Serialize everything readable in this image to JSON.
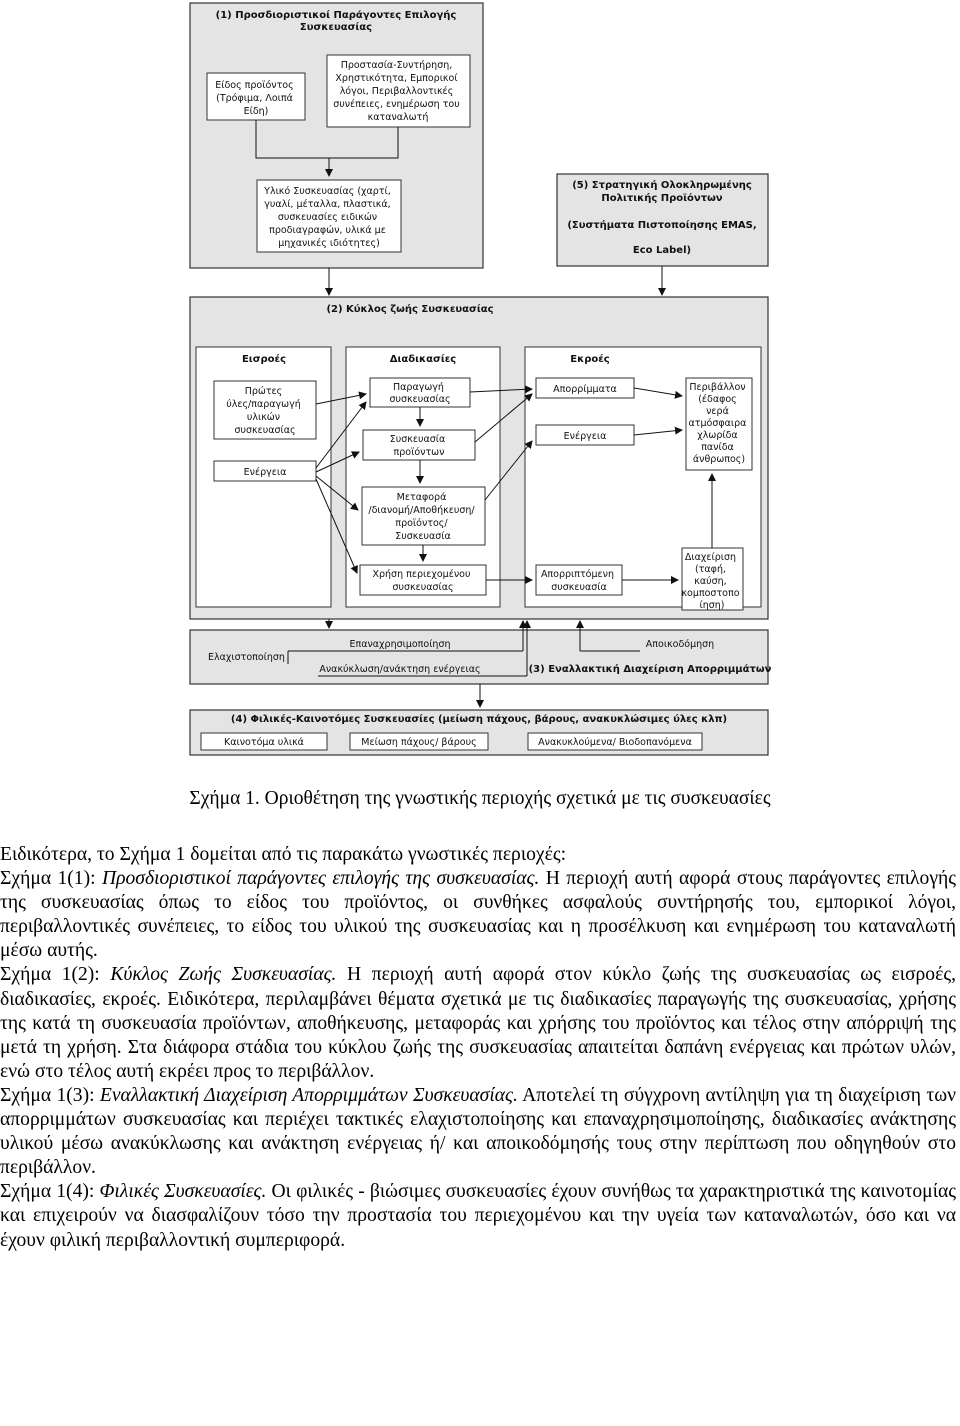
{
  "diagram": {
    "sec1": {
      "title_l1": "(1) Προσδιοριστικοί Παράγοντες Επιλογής",
      "title_l2": "Συσκευασίας",
      "product_kind": [
        "Είδος προϊόντος",
        "(Τρόφιμα, Λοιπά",
        "Είδη)"
      ],
      "protection": [
        "Προστασία-Συντήρηση,",
        "Χρηστικότητα, Εμπορικοί",
        "λόγοι, Περιβαλλοντικές",
        "συνέπειες, ενημέρωση του",
        "καταναλωτή"
      ],
      "material": [
        "Υλικό Συσκευασίας (χαρτί,",
        "γυαλί, μέταλλα, πλαστικά,",
        "συσκευασίες ειδικών",
        "προδιαγραφών, υλικά με",
        "μηχανικές ιδιότητες)"
      ]
    },
    "sec5": {
      "title_l1": "(5) Στρατηγική Ολοκληρωμένης",
      "title_l2": "Πολιτικής Προϊόντων",
      "sub": "(Συστήματα Πιστοποίησης EMAS,",
      "eco": "Eco Label)"
    },
    "sec2": {
      "title": "(2) Κύκλος ζωής Συσκευασίας",
      "inputs_label": "Εισροές",
      "processes_label": "Διαδικασίες",
      "outputs_label": "Εκροές",
      "raw": [
        "Πρώτες",
        "ύλες/παραγωγή",
        "υλικών",
        "συσκευασίας"
      ],
      "energy_in": "Ενέργεια",
      "prod_pack": [
        "Παραγωγή",
        "συσκευασίας"
      ],
      "pack_prod": [
        "Συσκευασία",
        "προϊόντων"
      ],
      "transport": [
        "Μεταφορά",
        "/διανομή/Αποθήκευση/",
        "προϊόντος/",
        "Συσκευασία"
      ],
      "use": [
        "Χρήση περιεχομένου",
        "συσκευασίας"
      ],
      "waste": "Απορρίμματα",
      "energy_out": "Ενέργεια",
      "disposed": [
        "Απορριπτόμενη",
        "συσκευασία"
      ],
      "environment": [
        "Περιβάλλον",
        "(έδαφος",
        "νερά",
        "ατμόσφαιρα",
        "χλωρίδα",
        "πανίδα",
        "άνθρωπος)"
      ],
      "management": [
        "Διαχείριση",
        "(ταφή,",
        "καύση,",
        "κομποστοπο",
        "ίηση)"
      ]
    },
    "sec3": {
      "minimize": "Ελαχιστοποίηση",
      "reuse": "Επαναχρησιμοποίηση",
      "recycle": "Ανακύκλωση/ανάκτηση ενέργειας",
      "recover": "Αποικοδόμηση",
      "title": "(3) Εναλλακτική Διαχείριση Απορριμμάτων"
    },
    "sec4": {
      "title": "(4) Φιλικές-Καινοτόμες Συσκευασίες (μείωση πάχους, βάρους, ανακυκλώσιμες ύλες κλπ)",
      "innov": "Καινοτόμα υλικά",
      "thin": "Μείωση πάχους/ βάρους",
      "recyc": "Ανακυκλούμενα/ Βιοδοπανόμενα"
    }
  },
  "caption": "Σχήμα 1. Οριοθέτηση της γνωστικής περιοχής σχετικά με τις συσκευασίες",
  "text": {
    "intro": "Ειδικότερα, το Σχήμα 1 δομείται από τις παρακάτω γνωστικές περιοχές:",
    "p1_label": "Σχήμα 1(1): ",
    "p1_title": "Προσδιοριστικοί παράγοντες επιλογής της συσκευασίας.",
    "p1_body": " Η περιοχή αυτή αφορά στους παράγοντες επιλογής της συσκευασίας όπως το είδος του προϊόντος, οι συνθήκες ασφαλούς συντήρησής του, εμπορικοί λόγοι, περιβαλλοντικές συνέπειες, το είδος του υλικού της συσκευασίας και η προσέλκυση και ενημέρωση του καταναλωτή μέσω αυτής.",
    "p2_label": "Σχήμα 1(2): ",
    "p2_title": "Κύκλος Ζωής Συσκευασίας.",
    "p2_body": " Η περιοχή αυτή αφορά στον κύκλο ζωής της συσκευασίας ως εισροές, διαδικασίες, εκροές. Ειδικότερα, περιλαμβάνει θέματα σχετικά με τις διαδικασίες παραγωγής της συσκευασίας, χρήσης της κατά τη συσκευασία προϊόντων, αποθήκευσης, μεταφοράς και χρήσης του προϊόντος και τέλος στην απόρριψή της μετά τη χρήση. Στα διάφορα στάδια του κύκλου ζωής της συσκευασίας απαιτείται δαπάνη ενέργειας και πρώτων υλών, ενώ στο τέλος αυτή εκρέει προς το περιβάλλον.",
    "p3_label": "Σχήμα 1(3): ",
    "p3_title": "Εναλλακτική Διαχείριση Απορριμμάτων Συσκευασίας.",
    "p3_body": " Αποτελεί τη σύγχρονη αντίληψη για τη διαχείριση των απορριμμάτων συσκευασίας και περιέχει τακτικές ελαχιστοποίησης και επαναχρησιμοποίησης, διαδικασίες ανάκτησης υλικού μέσω ανακύκλωσης και ανάκτηση ενέργειας ή/ και αποικοδόμησής τους στην περίπτωση που οδηγηθούν στο περιβάλλον.",
    "p4_label": "Σχήμα 1(4): ",
    "p4_title": "Φιλικές Συσκευασίες.",
    "p4_body": " Οι φιλικές - βιώσιμες συσκευασίες έχουν συνήθως τα χαρακτηριστικά της καινοτομίας και επιχειρούν να διασφαλίζουν τόσο την προστασία του περιεχομένου και την υγεία των καταναλωτών, όσο και να έχουν φιλική περιβαλλοντική συμπεριφορά."
  }
}
